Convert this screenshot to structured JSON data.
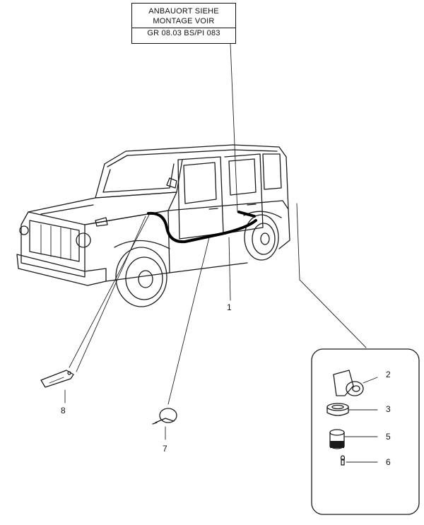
{
  "reference_box": {
    "line1": "ANBAUORT SIEHE",
    "line2": "MONTAGE VOIR",
    "line3": "GR 08.03 BS/PI 083"
  },
  "callouts": {
    "c1": "1",
    "c2": "2",
    "c3": "3",
    "c5": "5",
    "c6": "6",
    "c7": "7",
    "c8": "8"
  }
}
